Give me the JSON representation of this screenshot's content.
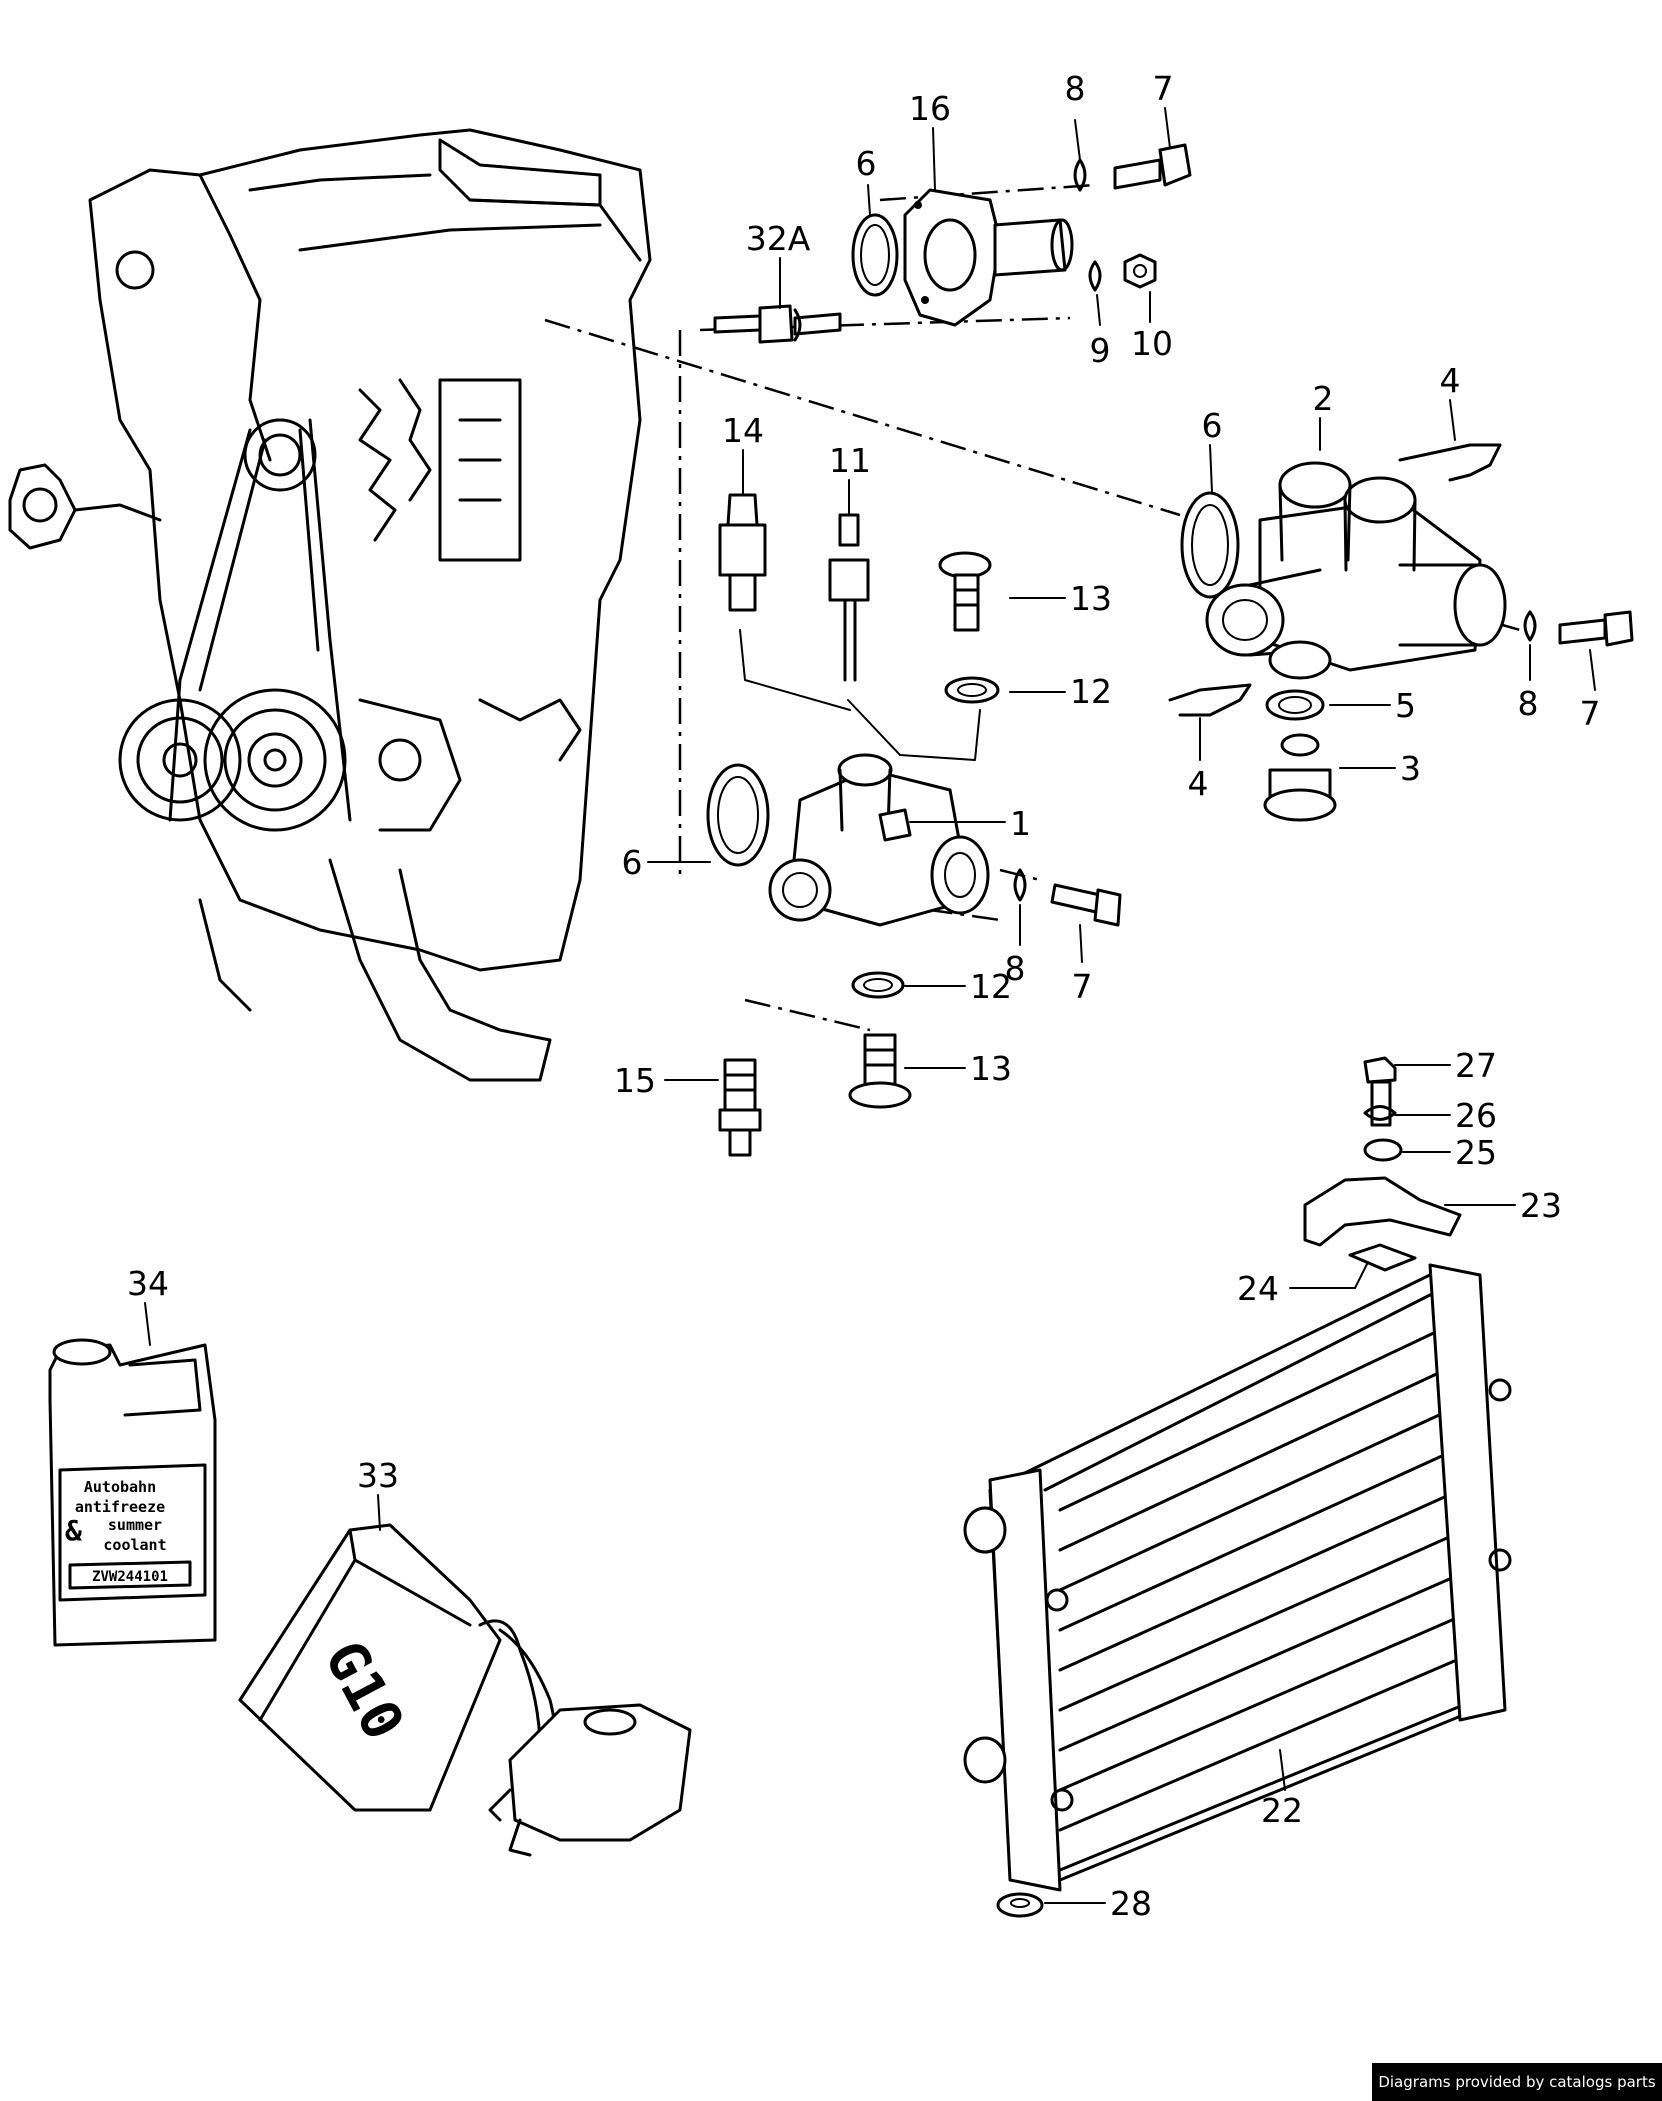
{
  "callouts": {
    "c7a": "7",
    "c8a": "8",
    "c16": "16",
    "c6a": "6",
    "c32a": "32A",
    "c9": "9",
    "c10": "10",
    "c2": "2",
    "c4a": "4",
    "c6b": "6",
    "c14": "14",
    "c11": "11",
    "c13a": "13",
    "c12a": "12",
    "c8b": "8",
    "c7b": "7",
    "c5": "5",
    "c4b": "4",
    "c3": "3",
    "c1": "1",
    "c6c": "6",
    "c8c": "8",
    "c7c": "7",
    "c12b": "12",
    "c13b": "13",
    "c15": "15",
    "c27": "27",
    "c26": "26",
    "c25": "25",
    "c23": "23",
    "c24": "24",
    "c34": "34",
    "c33": "33",
    "c22": "22",
    "c28": "28"
  },
  "jug_label": {
    "line1": "Autobahn",
    "line2": "antifreeze",
    "line3": "summer",
    "amp": "&",
    "line4": "coolant",
    "part_no": "ZVW244101"
  },
  "canister_label": "G10",
  "credit": "Diagrams provided by catalogs parts"
}
